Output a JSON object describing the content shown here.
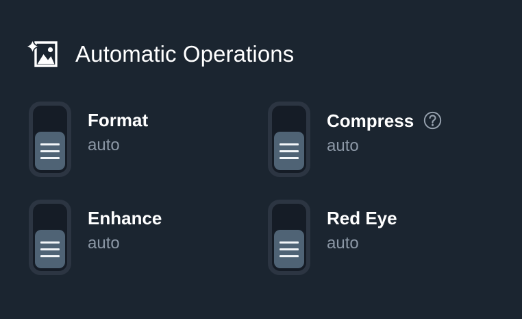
{
  "header": {
    "title": "Automatic Operations",
    "icon": "image-sparkle-icon"
  },
  "colors": {
    "background": "#1b2530",
    "toggle_frame": "#2c3542",
    "toggle_track": "#151c26",
    "toggle_knob": "#4f6375",
    "title_text": "#ffffff",
    "value_text": "#8c98a6",
    "help_icon": "#98a3b0"
  },
  "operations": [
    {
      "name": "Format",
      "value": "auto",
      "toggle_icon": "menu-lines-icon",
      "toggle_position": "bottom",
      "has_help": false
    },
    {
      "name": "Compress",
      "value": "auto",
      "toggle_icon": "menu-lines-icon",
      "toggle_position": "bottom",
      "has_help": true,
      "help_icon": "question-mark-circle-icon"
    },
    {
      "name": "Enhance",
      "value": "auto",
      "toggle_icon": "menu-lines-icon",
      "toggle_position": "bottom",
      "has_help": false
    },
    {
      "name": "Red Eye",
      "value": "auto",
      "toggle_icon": "menu-lines-icon",
      "toggle_position": "bottom",
      "has_help": false
    }
  ]
}
